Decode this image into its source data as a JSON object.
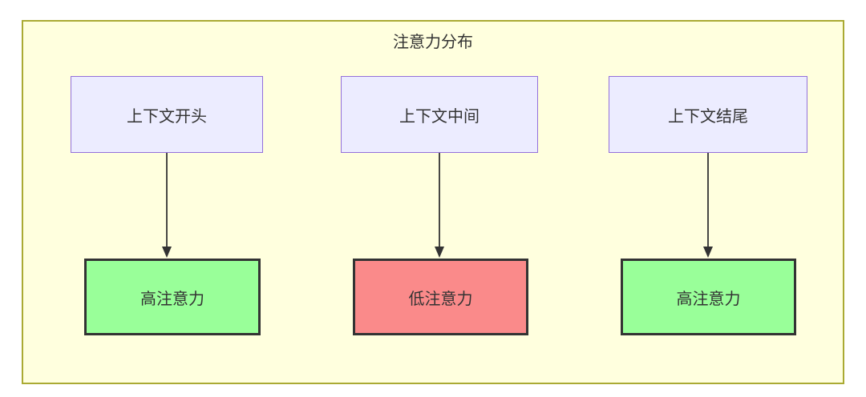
{
  "diagram": {
    "title": "注意力分布",
    "columns": [
      {
        "source": "上下文开头",
        "target": "高注意力",
        "level": "high"
      },
      {
        "source": "上下文中间",
        "target": "低注意力",
        "level": "low"
      },
      {
        "source": "上下文结尾",
        "target": "高注意力",
        "level": "high"
      }
    ],
    "colors": {
      "container_bg": "#ffffde",
      "container_border": "#aaaa33",
      "context_bg": "#ececff",
      "context_border": "#9370db",
      "high_bg": "#99ff99",
      "low_bg": "#fa8a8a",
      "node_border": "#333333",
      "arrow": "#333333",
      "text": "#333333"
    }
  }
}
